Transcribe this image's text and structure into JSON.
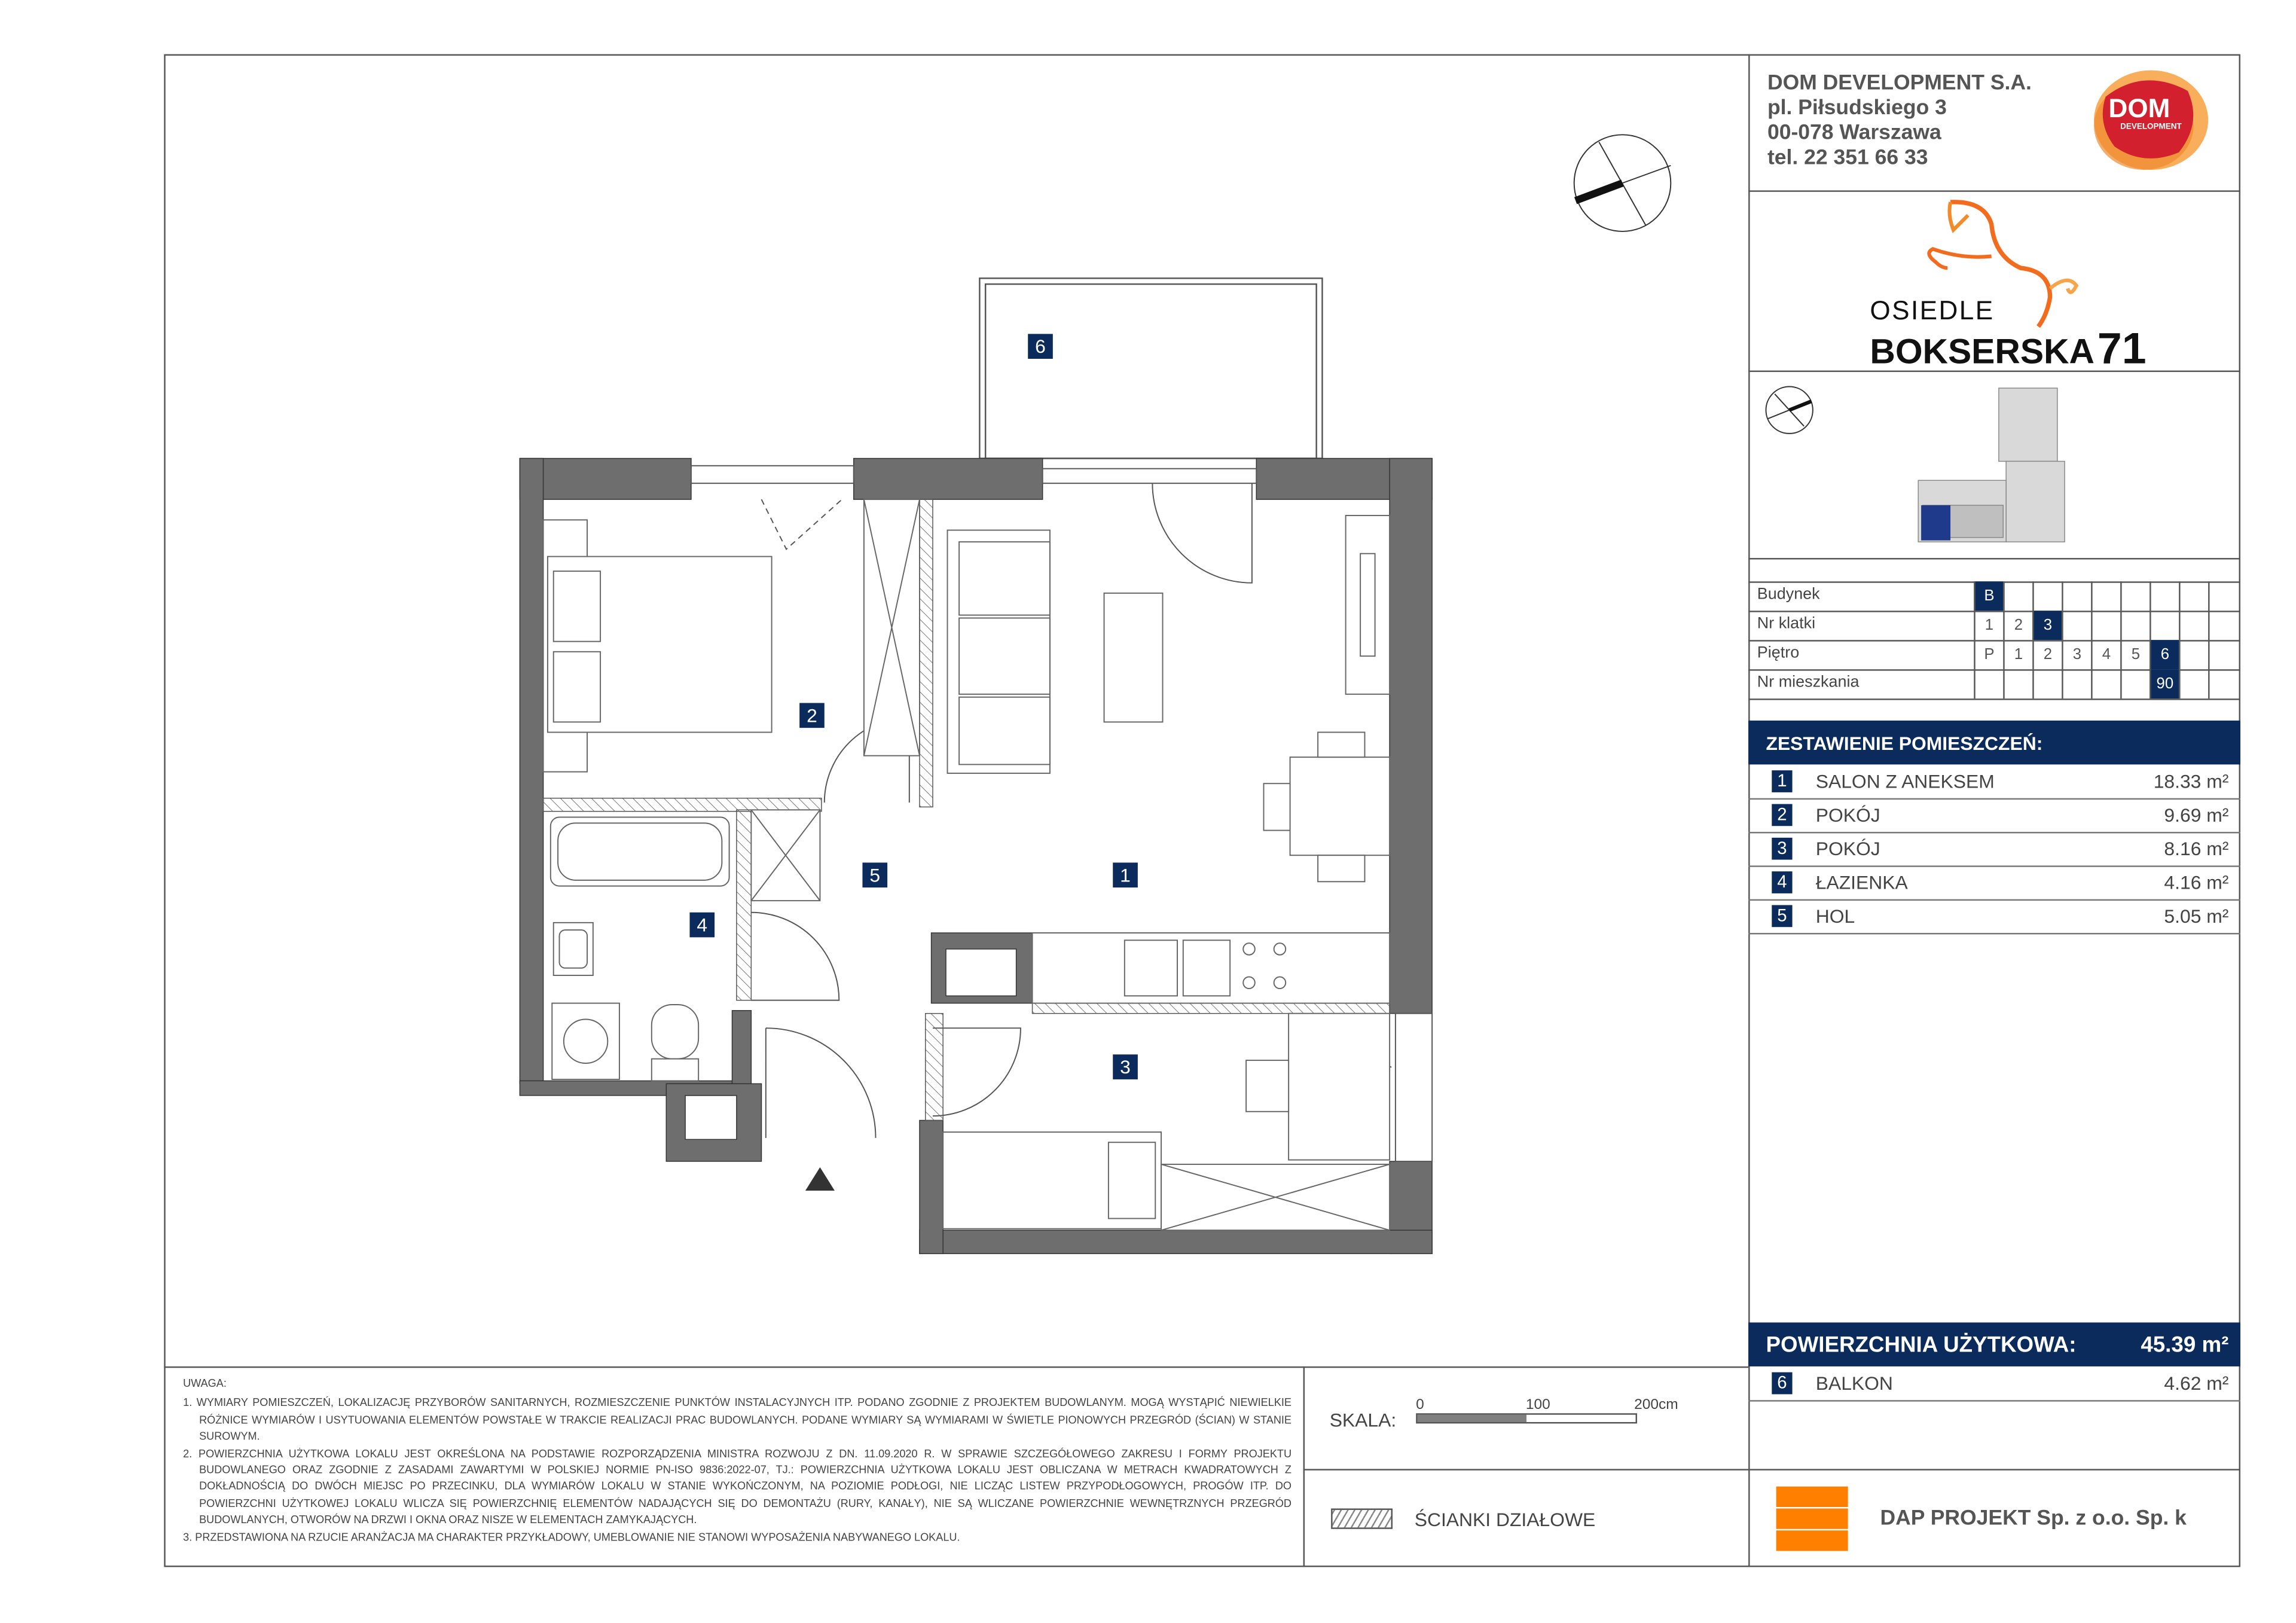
{
  "company": {
    "name": "DOM DEVELOPMENT S.A.",
    "address_line1": "pl. Piłsudskiego 3",
    "address_line2": "00-078 Warszawa",
    "phone": "tel. 22 351 66 33",
    "logo_text": "DOM",
    "logo_subtext": "DEVELOPMENT"
  },
  "project": {
    "name_line1": "OSIEDLE",
    "name_line2": "BOKSERSKA",
    "name_number": "71"
  },
  "info_table": {
    "rows": [
      {
        "label": "Budynek",
        "cells": [
          "B",
          "",
          "",
          "",
          "",
          "",
          "",
          "",
          ""
        ],
        "selected": 0
      },
      {
        "label": "Nr klatki",
        "cells": [
          "1",
          "2",
          "3",
          "",
          "",
          "",
          "",
          "",
          ""
        ],
        "selected": 2
      },
      {
        "label": "Piętro",
        "cells": [
          "P",
          "1",
          "2",
          "3",
          "4",
          "5",
          "6",
          "",
          ""
        ],
        "selected": 6
      },
      {
        "label": "Nr mieszkania",
        "cells": [
          "",
          "",
          "",
          "",
          "",
          "",
          "90",
          "",
          ""
        ],
        "selected": 6
      }
    ]
  },
  "rooms_summary": {
    "title": "ZESTAWIENIE POMIESZCZEŃ:",
    "rooms": [
      {
        "num": "1",
        "label": "SALON Z ANEKSEM",
        "area": "18.33 m²"
      },
      {
        "num": "2",
        "label": "POKÓJ",
        "area": "9.69 m²"
      },
      {
        "num": "3",
        "label": "POKÓJ",
        "area": "8.16 m²"
      },
      {
        "num": "4",
        "label": "ŁAZIENKA",
        "area": "4.16 m²"
      },
      {
        "num": "5",
        "label": "HOL",
        "area": "5.05 m²"
      }
    ],
    "total_label": "POWIERZCHNIA UŻYTKOWA:",
    "total_area": "45.39 m²",
    "extra": {
      "num": "6",
      "label": "BALKON",
      "area": "4.62 m²"
    }
  },
  "plan_tags": [
    "1",
    "2",
    "3",
    "4",
    "5",
    "6"
  ],
  "notes": {
    "title": "UWAGA:",
    "items": [
      "1. WYMIARY POMIESZCZEŃ, LOKALIZACJĘ PRZYBORÓW SANITARNYCH, ROZMIESZCZENIE PUNKTÓW INSTALACYJNYCH ITP. PODANO ZGODNIE Z PROJEKTEM BUDOWLANYM. MOGĄ WYSTĄPIĆ NIEWIELKIE RÓŻNICE WYMIARÓW I USYTUOWANIA ELEMENTÓW POWSTAŁE W TRAKCIE REALIZACJI PRAC BUDOWLANYCH. PODANE WYMIARY SĄ WYMIARAMI W ŚWIETLE PIONOWYCH PRZEGRÓD (ŚCIAN) W STANIE SUROWYM.",
      "2. POWIERZCHNIA UŻYTKOWA LOKALU JEST OKREŚLONA NA PODSTAWIE ROZPORZĄDZENIA MINISTRA ROZWOJU Z DN. 11.09.2020 R. W SPRAWIE SZCZEGÓŁOWEGO ZAKRESU I FORMY PROJEKTU BUDOWLANEGO ORAZ ZGODNIE Z ZASADAMI ZAWARTYMI W POLSKIEJ NORMIE PN-ISO 9836:2022-07, TJ.: POWIERZCHNIA UŻYTKOWA LOKALU JEST OBLICZANA W METRACH KWADRATOWYCH Z DOKŁADNOŚCIĄ DO DWÓCH MIEJSC PO PRZECINKU, DLA WYMIARÓW LOKALU W STANIE WYKOŃCZONYM, NA POZIOMIE PODŁOGI, NIE LICZĄC LISTEW PRZYPODŁOGOWYCH, PROGÓW ITP. DO POWIERZCHNI UŻYTKOWEJ LOKALU WLICZA SIĘ POWIERZCHNIĘ ELEMENTÓW NADAJĄCYCH SIĘ DO DEMONTAŻU (RURY, KANAŁY), NIE SĄ WLICZANE POWIERZCHNIE WEWNĘTRZNYCH PRZEGRÓD BUDOWLANYCH, OTWORÓW NA DRZWI I OKNA ORAZ NISZE W ELEMENTACH ZAMYKAJĄCYCH.",
      "3. PRZEDSTAWIONA NA RZUCIE ARANŻACJA MA CHARAKTER PRZYKŁADOWY, UMEBLOWANIE NIE STANOWI WYPOSAŻENIA NABYWANEGO LOKALU."
    ]
  },
  "scale": {
    "label": "SKALA:",
    "tick0": "0",
    "tick1": "100",
    "tick2": "200cm"
  },
  "legend": {
    "partition_walls": "ŚCIANKI DZIAŁOWE"
  },
  "designer": {
    "name": "DAP PROJEKT Sp. z o.o. Sp. k"
  },
  "colors": {
    "navy": "#0a2b5c",
    "orange": "#ff7f00",
    "wall": "#6e6e6e"
  }
}
